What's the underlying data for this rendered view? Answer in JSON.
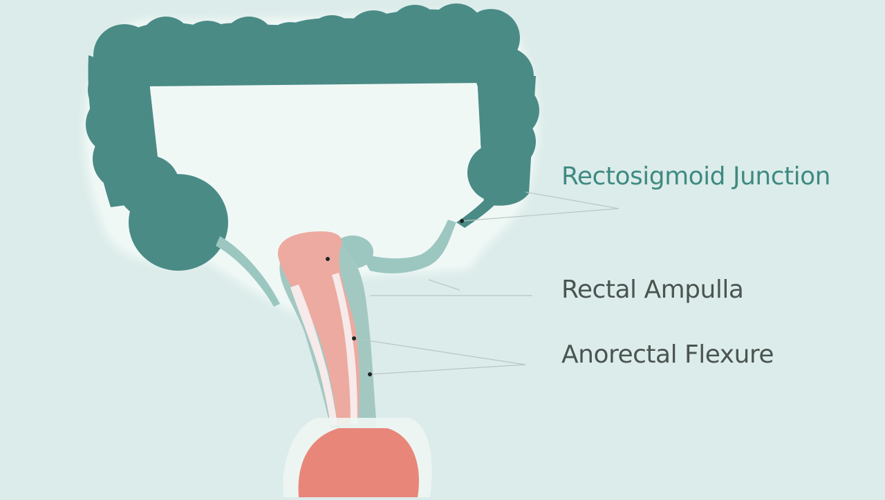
{
  "labels": {
    "rectosigmoid_junction": "Rectosigmoid Junction",
    "rectal_ampulla": "Rectal Ampulla",
    "anorectal_flexure": "Anorectal Flexure"
  },
  "colors": {
    "background": "#dcecea",
    "colon": "#4a8b86",
    "rectum": "#edaaa0",
    "rectal_wall": "#a3c8c2",
    "anus": "#e8867a",
    "label_accent": "#3f8a82",
    "label_text": "#4a5450"
  }
}
